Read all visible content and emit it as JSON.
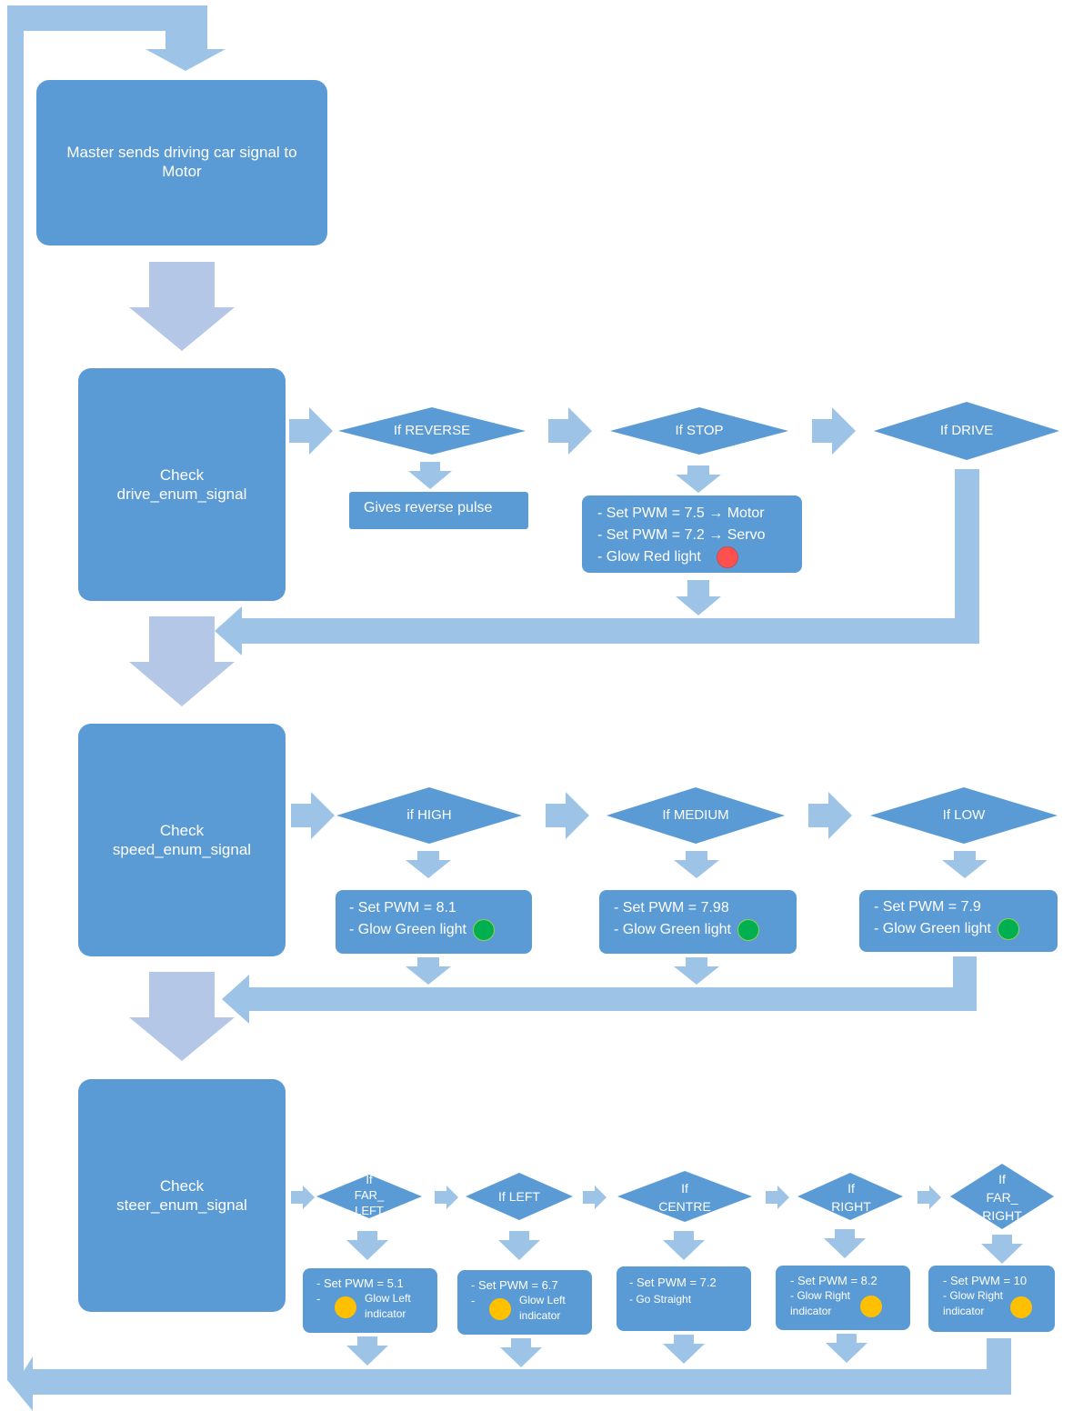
{
  "colors": {
    "box": "#5b9bd5",
    "arrow": "#9dc3e6",
    "big_arrow": "#b4c7e7",
    "text": "#ffffff",
    "red_light": "#ff5050",
    "green_light": "#00b050",
    "amber_light": "#ffc000"
  },
  "flow": {
    "master_box": "Master sends driving car signal to Motor",
    "drive_box": {
      "line1": "Check",
      "line2": "drive_enum_signal"
    },
    "speed_box": {
      "line1": "Check",
      "line2": "speed_enum_signal"
    },
    "steer_box": {
      "line1": "Check",
      "line2": "steer_enum_signal"
    }
  },
  "drive": {
    "decisions": [
      "If REVERSE",
      "If STOP",
      "If DRIVE"
    ],
    "reverse_action": "Gives reverse pulse",
    "stop_action": [
      "- Set PWM = 7.5 → Motor",
      "- Set PWM = 7.2 → Servo",
      "- Glow Red light"
    ]
  },
  "speed": {
    "decisions": [
      "if HIGH",
      "If MEDIUM",
      "If LOW"
    ],
    "actions": [
      [
        "- Set PWM = 8.1",
        "- Glow Green light"
      ],
      [
        "- Set PWM = 7.98",
        "- Glow Green light"
      ],
      [
        "- Set PWM = 7.9",
        "- Glow Green light"
      ]
    ]
  },
  "steer": {
    "decisions": [
      [
        "If",
        "FAR_",
        "LEFT"
      ],
      [
        "If LEFT"
      ],
      [
        "If",
        "CENTRE"
      ],
      [
        "If",
        "RIGHT"
      ],
      [
        "If",
        "FAR_",
        "RIGHT"
      ]
    ],
    "actions": [
      {
        "pwm": "- Set PWM = 5.1",
        "bullet": "-",
        "glow1": "Glow Left",
        "glow2": "indicator"
      },
      {
        "pwm": "- Set PWM = 6.7",
        "bullet": "-",
        "glow1": "Glow Left",
        "glow2": "indicator"
      },
      {
        "pwm": "- Set PWM = 7.2",
        "note": "- Go Straight"
      },
      {
        "pwm": "- Set PWM = 8.2",
        "glow1": "- Glow Right",
        "glow2": "indicator"
      },
      {
        "pwm": "- Set PWM = 10",
        "glow1": "- Glow Right",
        "glow2": "indicator"
      }
    ]
  }
}
